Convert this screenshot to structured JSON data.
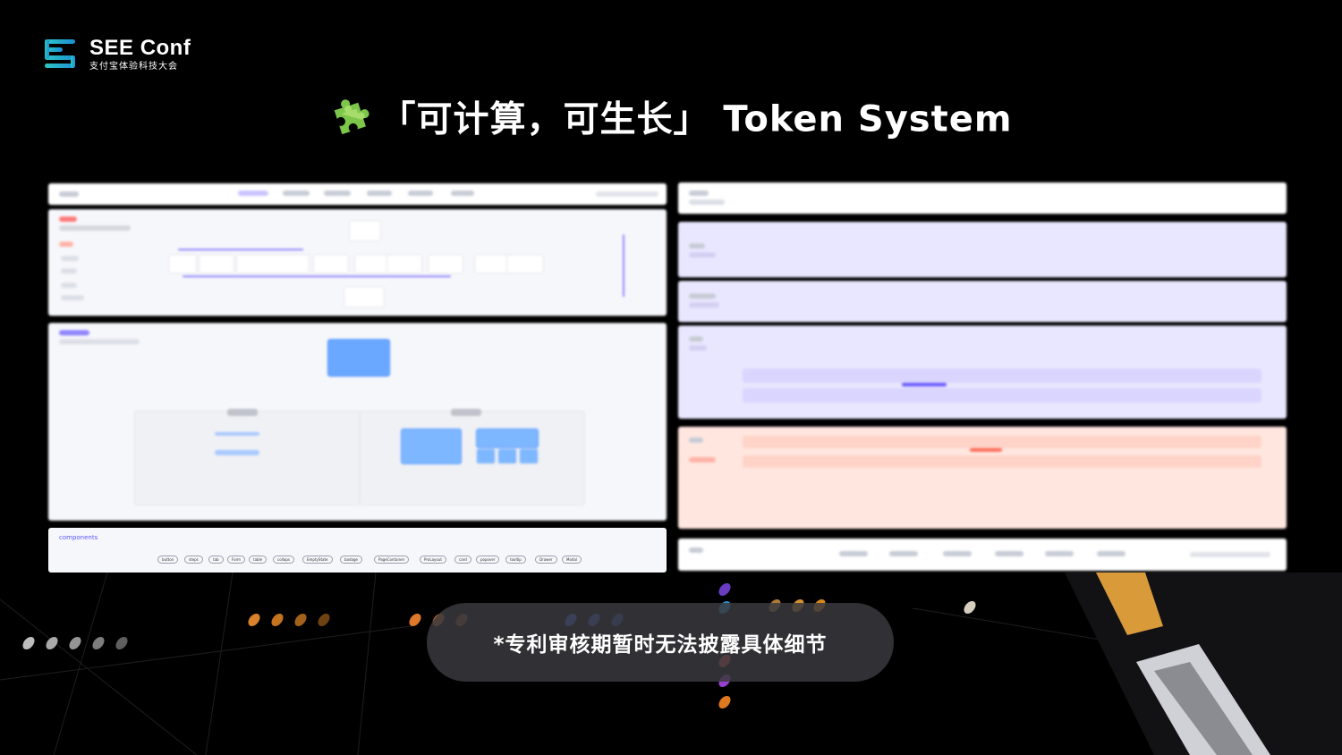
{
  "brand": {
    "name": "SEE Conf",
    "subtitle": "支付宝体验科技大会"
  },
  "title": "「可计算，可生长」 Token System",
  "components_label": "components",
  "component_pills": [
    "button",
    "steps",
    "tab",
    "Form",
    "table",
    "collaps",
    "EmptyState",
    "badage",
    "PageContainer",
    "ProLayout",
    "card",
    "popover",
    "tooltip",
    "Drawer",
    "Modal"
  ],
  "caption": "*专利审核期暂时无法披露具体细节",
  "colors": {
    "accent_purple": "#6b5cff",
    "panel_lavender": "#e9e7ff",
    "panel_peach": "#ffe6df",
    "logo_gradient_start": "#2ec7c0",
    "logo_gradient_end": "#1b8fd6"
  },
  "icons": {
    "title_icon": "puzzle-icon",
    "logo_icon": "see-conf-logo-icon"
  }
}
